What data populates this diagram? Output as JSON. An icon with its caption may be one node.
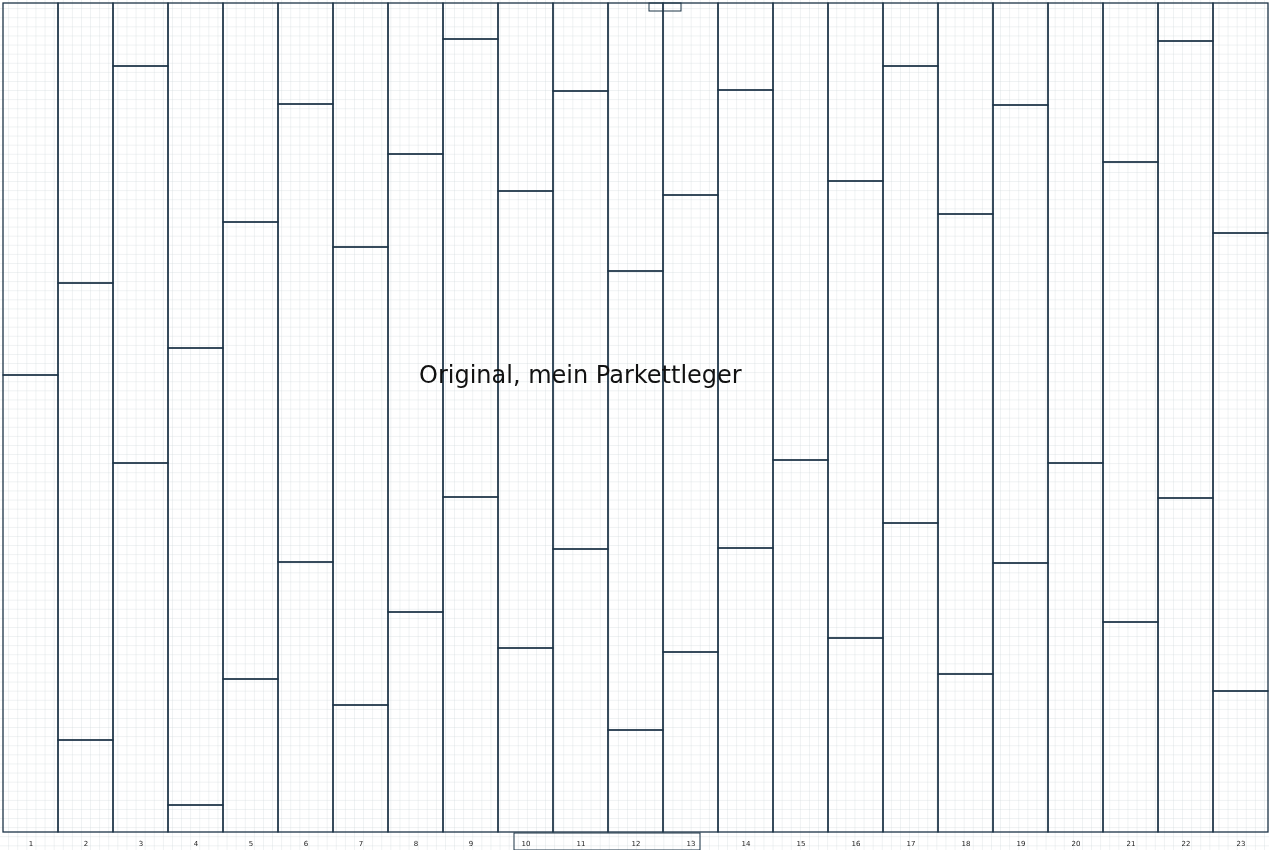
{
  "diagram": {
    "labels": [
      "Original, mein Parkettleger",
      "1",
      "2",
      "3",
      "4",
      "5",
      "6",
      "7",
      "8",
      "9",
      "10",
      "11",
      "12",
      "13",
      "14",
      "15",
      "16",
      "17",
      "18",
      "19",
      "20",
      "21",
      "22",
      "23"
    ]
  }
}
